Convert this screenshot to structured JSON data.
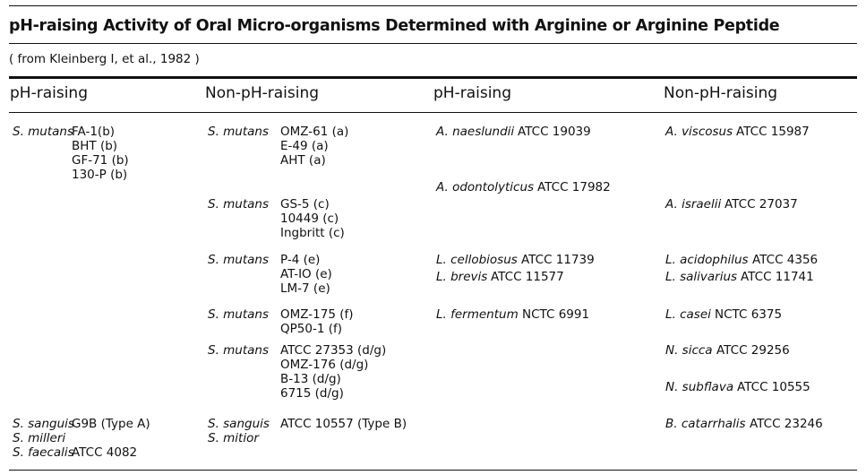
{
  "title": "pH-raising Activity of Oral Micro-organisms Determined with Arginine or Arginine Peptide",
  "subtitle": "( from Kleinberg I, et al., 1982 )",
  "headers": [
    "pH-raising",
    "Non-pH-raising",
    "pH-raising",
    "Non-pH-raising"
  ],
  "strep_ph": [
    {
      "species": "S. mutans",
      "strains": [
        "FA-1(b)",
        "BHT (b)",
        "GF-71 (b)",
        "130-P (b)"
      ]
    },
    {
      "species": "S. sanguis",
      "strains": [
        "G9B (Type A)"
      ]
    },
    {
      "species": "S. milleri",
      "strains": []
    },
    {
      "species": "S. faecalis",
      "strains": [
        "ATCC 4082"
      ]
    }
  ],
  "strep_nonph": [
    {
      "species": "S. mutans",
      "strains": [
        "OMZ-61 (a)",
        "E-49 (a)",
        "AHT (a)"
      ]
    },
    {
      "species": "S. mutans",
      "strains": [
        "GS-5 (c)",
        "10449 (c)",
        "Ingbritt (c)"
      ]
    },
    {
      "species": "S. mutans",
      "strains": [
        "P-4 (e)",
        "AT-IO (e)",
        "LM-7 (e)"
      ]
    },
    {
      "species": "S. mutans",
      "strains": [
        "OMZ-175 (f)",
        "QP50-1 (f)"
      ]
    },
    {
      "species": "S. mutans",
      "strains": [
        "ATCC 27353 (d/g)",
        "OMZ-176 (d/g)",
        "B-13 (d/g)",
        "6715 (d/g)"
      ]
    },
    {
      "species": "S. sanguis",
      "strains": [
        "ATCC 10557 (Type B)"
      ]
    },
    {
      "species": "S. mitior",
      "strains": []
    }
  ],
  "other_ph": [
    {
      "species": "A. naeslundii",
      "strain": "ATCC 19039"
    },
    {
      "species": "A. odontolyticus",
      "strain": "ATCC 17982"
    },
    {
      "species": "L. cellobiosus",
      "strain": "ATCC 11739"
    },
    {
      "species": "L. brevis",
      "strain": "ATCC 11577"
    },
    {
      "species": "L. fermentum",
      "strain": "NCTC 6991"
    }
  ],
  "other_nonph": [
    {
      "species": "A. viscosus",
      "strain": "ATCC 15987"
    },
    {
      "species": "A. israelii",
      "strain": "ATCC 27037"
    },
    {
      "species": "L. acidophilus",
      "strain": "ATCC 4356"
    },
    {
      "species": "L. salivarius",
      "strain": "ATCC 11741"
    },
    {
      "species": "L. casei",
      "strain": "NCTC 6375"
    },
    {
      "species": "N. sicca",
      "strain": "ATCC 29256"
    },
    {
      "species": "N. subflava",
      "strain": "ATCC 10555"
    },
    {
      "species": "B. catarrhalis",
      "strain": "ATCC 23246"
    }
  ]
}
